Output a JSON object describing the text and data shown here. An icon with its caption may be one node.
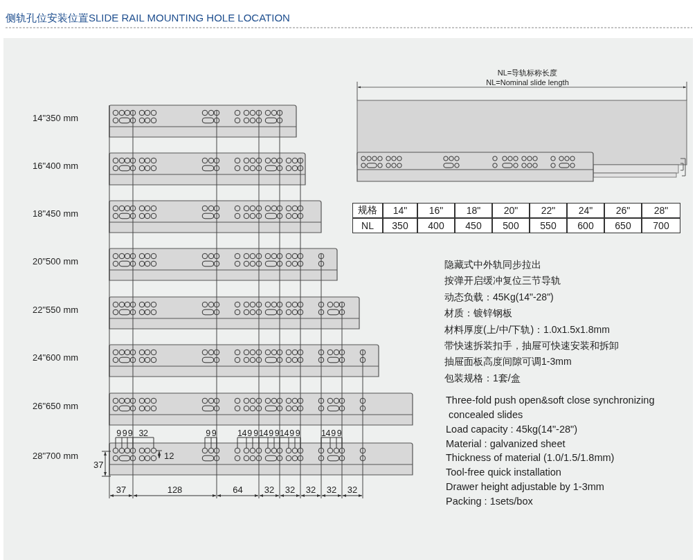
{
  "diagram": {
    "title": "侧轨孔位安装位置SLIDE RAIL MOUNTING HOLE LOCATION",
    "labels": [
      "NL=导轨标称长度",
      "NL=Nominal slide length",
      "规格",
      "14\"",
      "16\"",
      "18\"",
      "20\"",
      "22\"",
      "24\"",
      "26\"",
      "28\"",
      "NL",
      "350",
      "400",
      "450",
      "500",
      "550",
      "600",
      "650",
      "700",
      "14\"350 mm",
      "16\"400 mm",
      "18\"450 mm",
      "20\"500 mm",
      "22\"550 mm",
      "24\"600 mm",
      "26\"650 mm",
      "28\"700 mm",
      "隐藏式中外轨同步拉出",
      "按弹开启缓冲复位三节导轨",
      "动态负载：45Kg(14\"-28\")",
      "材质：镀锌钢板",
      "材料厚度(上/中/下轨)：1.0x1.5x1.8mm",
      "带快速拆装扣手，抽屉可快速安装和拆卸",
      "抽屉面板高度间隙可调1-3mm",
      "包装规格：1套/盒",
      "Three-fold push open&soft close synchronizing concealed slides",
      "Load capacity : 45kg(14\"-28\")",
      "Material : galvanized sheet",
      "Thickness of material (1.0/1.5/1.8mm)",
      "Tool-free quick installation",
      "Drawer height adjustable by 1-3mm",
      "Packing : 1sets/box",
      "9",
      "9",
      "9",
      "32",
      "9",
      "9",
      "14",
      "9",
      "9",
      "14",
      "9",
      "9",
      "14",
      "9",
      "9",
      "14",
      "9",
      "9",
      "12",
      "37",
      "37",
      "128",
      "64",
      "32",
      "32",
      "32",
      "32",
      "32"
    ]
  }
}
